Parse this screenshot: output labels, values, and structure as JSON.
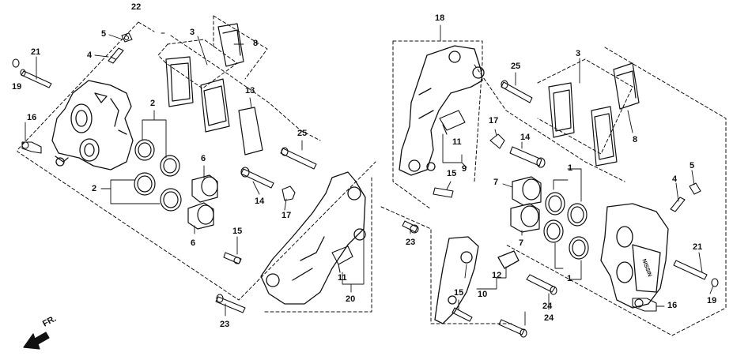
{
  "colors": {
    "ink": "#111111",
    "paper": "#ffffff"
  },
  "direction_arrow": {
    "icon": "front-arrow-icon",
    "label": "FR."
  },
  "callouts": {
    "c22": "22",
    "c5a": "5",
    "c4a": "4",
    "c21a": "21",
    "c19a": "19",
    "c16a": "16",
    "c3a": "3",
    "c8a": "8",
    "c13": "13",
    "c2a": "2",
    "c2b": "2",
    "c6a": "6",
    "c6b": "6",
    "c25a": "25",
    "c14a": "14",
    "c17a": "17",
    "c15a": "15",
    "c11a": "11",
    "c20": "20",
    "c23a": "23",
    "c18": "18",
    "c11b": "11",
    "c9": "9",
    "c17b": "17",
    "c15b": "15",
    "c23b": "23",
    "c25b": "25",
    "c3b": "3",
    "c8b": "8",
    "c14b": "14",
    "c7a": "7",
    "c7b": "7",
    "c1a": "1",
    "c1b": "1",
    "c4b": "4",
    "c5b": "5",
    "c21b": "21",
    "c19b": "19",
    "c16b": "16",
    "c12": "12",
    "c10": "10",
    "c15c": "15",
    "c24a": "24",
    "c24b": "24"
  },
  "caliper_brand": "NISSIN"
}
